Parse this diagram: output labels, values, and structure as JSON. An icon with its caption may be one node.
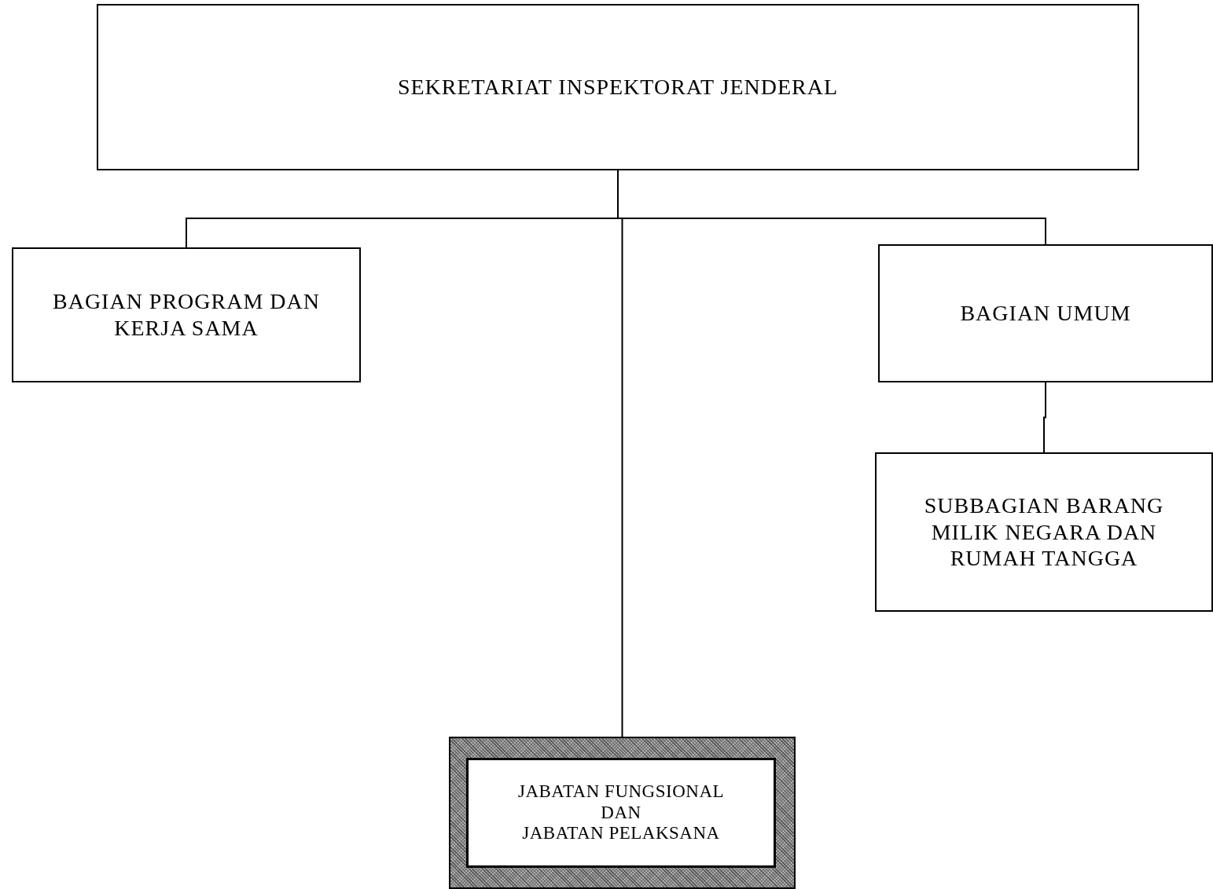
{
  "diagram": {
    "nodes": [
      {
        "text": [
          "SEKRETARIAT INSPEKTORAT JENDERAL"
        ]
      },
      {
        "text": [
          "BAGIAN PROGRAM DAN KERJA SAMA"
        ]
      },
      {
        "text": [
          "BAGIAN UMUM"
        ]
      },
      {
        "text": [
          "SUBBAGIAN BARANG MILIK NEGARA DAN RUMAH TANGGA"
        ]
      },
      {
        "text": [
          "JABATAN FUNGSIONAL",
          "DAN",
          "JABATAN PELAKSANA"
        ]
      }
    ],
    "edges": [
      {
        "from": 0,
        "to": 1,
        "arrow": "none"
      },
      {
        "from": 0,
        "to": 2,
        "arrow": "none"
      },
      {
        "from": 0,
        "to": 4,
        "arrow": "none"
      },
      {
        "from": 2,
        "to": 3,
        "arrow": "none"
      }
    ]
  }
}
